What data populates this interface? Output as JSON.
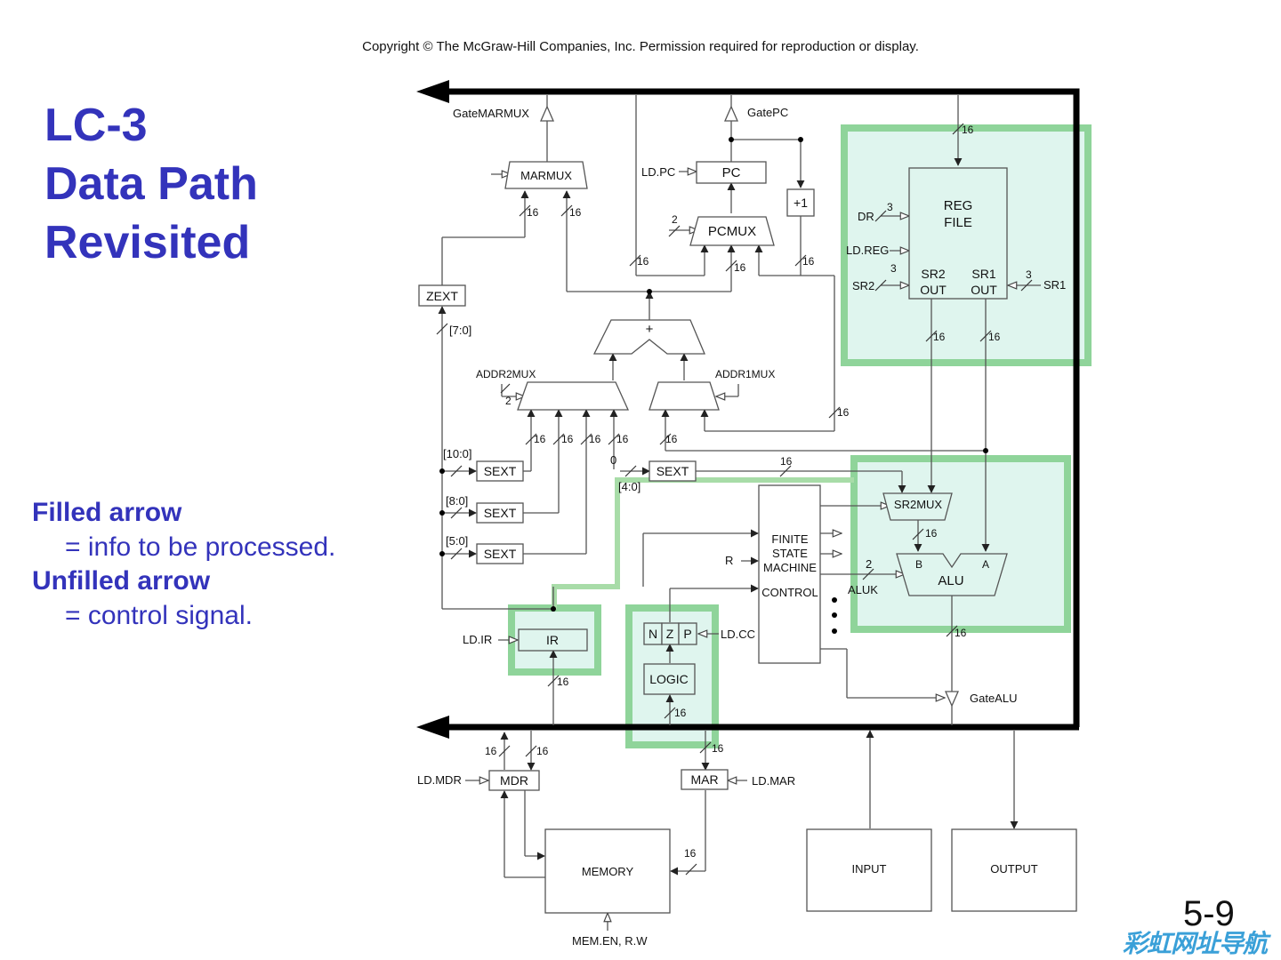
{
  "header": {
    "copyright": "Copyright © The McGraw-Hill Companies, Inc.  Permission required for reproduction or display."
  },
  "title": {
    "line1": "LC-3",
    "line2": "Data Path",
    "line3": "Revisited"
  },
  "legend": {
    "filled_head": "Filled arrow",
    "filled_def": "= info to be processed.",
    "unfilled_head": "Unfilled arrow",
    "unfilled_def": "= control signal."
  },
  "slide_number": "5-9",
  "watermark": "彩虹网址导航",
  "colors": {
    "title": "#3333bb",
    "highlight_fill": "#dff5ee",
    "highlight_stroke": "#8fd49a",
    "bus": "#000000"
  },
  "diagram": {
    "gate_marmux": "GateMARMUX",
    "gate_pc": "GatePC",
    "marmux": "MARMUX",
    "ld_pc": "LD.PC",
    "pc": "PC",
    "plus1": "+1",
    "pcmux": "PCMUX",
    "pcmux_sel": "2",
    "zext": "ZEXT",
    "zext_bits": "[7:0]",
    "adder": "+",
    "addr2mux": "ADDR2MUX",
    "addr2mux_sel": "2",
    "addr1mux": "ADDR1MUX",
    "reg_file_l1": "REG",
    "reg_file_l2": "FILE",
    "dr": "DR",
    "dr_bits": "3",
    "ld_reg": "LD.REG",
    "sr2": "SR2",
    "sr2_bits": "3",
    "sr1": "SR1",
    "sr1_bits": "3",
    "sr2_out_l1": "SR2",
    "sr2_out_l2": "OUT",
    "sr1_out_l1": "SR1",
    "sr1_out_l2": "OUT",
    "sext": "SEXT",
    "bits_10_0": "[10:0]",
    "bits_8_0": "[8:0]",
    "bits_5_0": "[5:0]",
    "bits_4_0": "[4:0]",
    "zero": "0",
    "fsm_l1": "FINITE",
    "fsm_l2": "STATE",
    "fsm_l3": "MACHINE",
    "fsm_l4": "CONTROL",
    "r": "R",
    "sr2mux": "SR2MUX",
    "alu": "ALU",
    "alu_b": "B",
    "alu_a": "A",
    "aluk": "ALUK",
    "aluk_bits": "2",
    "ld_ir": "LD.IR",
    "ir": "IR",
    "n": "N",
    "z": "Z",
    "p": "P",
    "ld_cc": "LD.CC",
    "logic": "LOGIC",
    "gate_alu": "GateALU",
    "ld_mdr": "LD.MDR",
    "mdr": "MDR",
    "mar": "MAR",
    "ld_mar": "LD.MAR",
    "memory": "MEMORY",
    "mem_en": "MEM.EN, R.W",
    "input": "INPUT",
    "output": "OUTPUT",
    "w16": "16"
  }
}
